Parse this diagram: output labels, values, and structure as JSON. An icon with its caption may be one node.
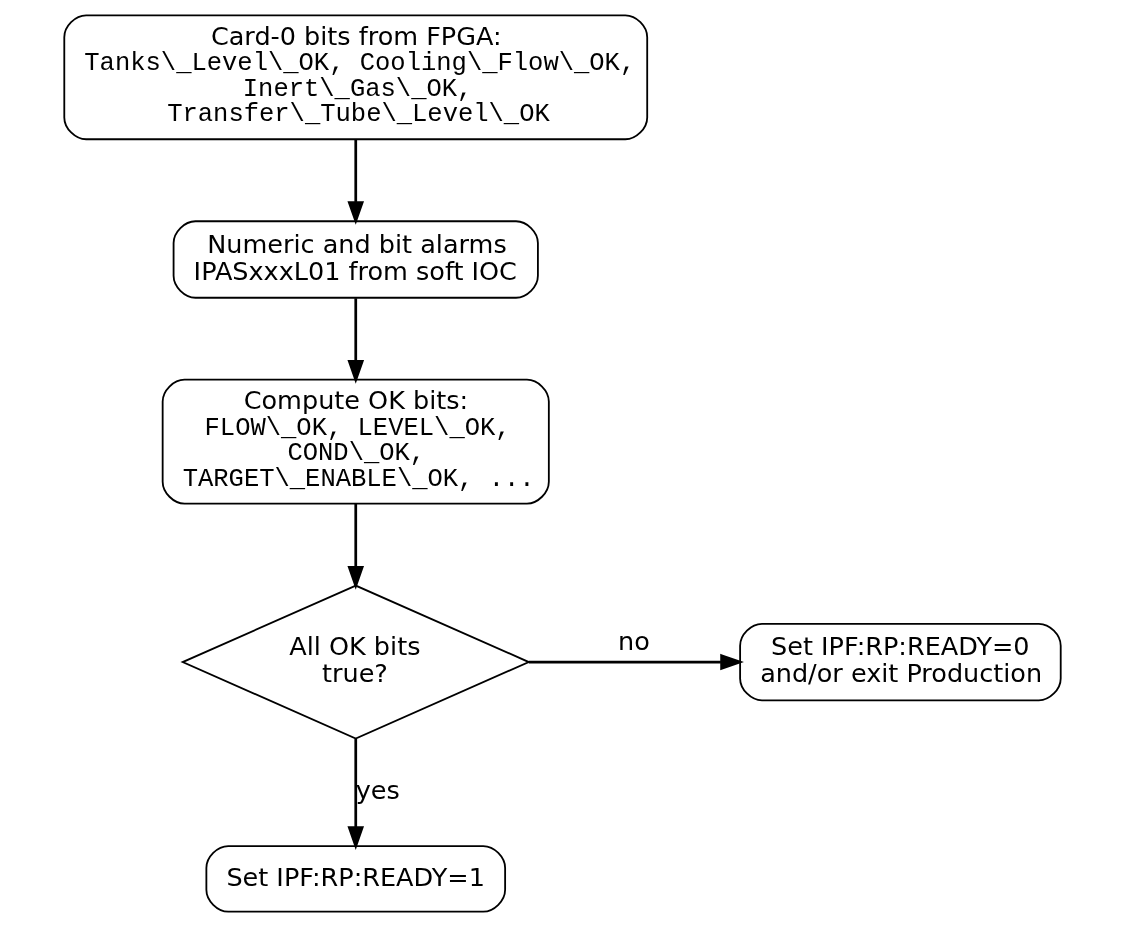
{
  "diagram": {
    "nodes": [
      {
        "text": [
          "Card-0 bits from FPGA:",
          "Tanks\\_Level\\_OK, Cooling\\_Flow\\_OK, Inert\\_Gas\\_OK, Transfer\\_Tube\\_Level\\_OK"
        ]
      },
      {
        "text": [
          "Numeric and bit alarms IPASxxxL01 from soft IOC"
        ]
      },
      {
        "text": [
          "Compute OK bits:",
          "FLOW\\_OK, LEVEL\\_OK, COND\\_OK, TARGET\\_ENABLE\\_OK, ..."
        ]
      },
      {
        "text": [
          "All OK bits true?"
        ]
      },
      {
        "text": [
          "Set IPF:RP:READY=0 and/or exit Production"
        ]
      },
      {
        "text": [
          "Set IPF:RP:READY=1"
        ]
      }
    ],
    "edges": [
      {
        "from": 0,
        "to": 1,
        "arrow": "to"
      },
      {
        "from": 1,
        "to": 2,
        "arrow": "to"
      },
      {
        "from": 2,
        "to": 3,
        "arrow": "to"
      },
      {
        "from": 3,
        "to": 4,
        "arrow": "to",
        "label": "no"
      },
      {
        "from": 3,
        "to": 5,
        "arrow": "to",
        "label": "yes"
      }
    ]
  }
}
